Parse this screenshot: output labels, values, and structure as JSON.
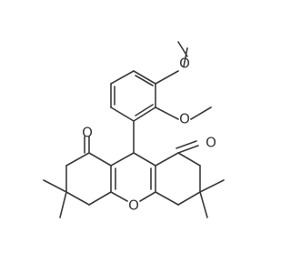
{
  "structure": {
    "atoms": {
      "o_ring": "O",
      "o_ketone_left": "O",
      "o_ketone_right": "O",
      "o_methoxy_2": "O",
      "o_methoxy_3": "O"
    },
    "colors": {
      "bond": "#3a3a3a",
      "label": "#3a3a3a",
      "background": "#ffffff"
    }
  }
}
